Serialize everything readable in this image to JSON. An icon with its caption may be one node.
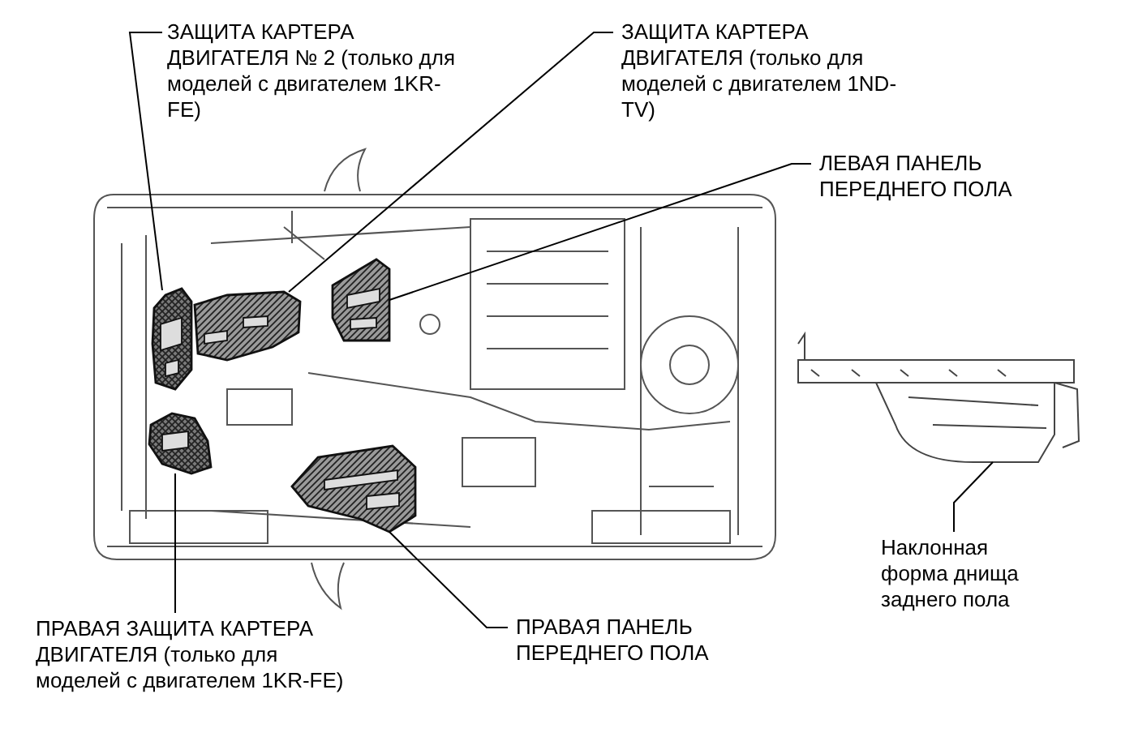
{
  "diagram": {
    "nodes": [
      {
        "text": [
          "ЗАЩИТА КАРТЕРА ДВИГАТЕЛЯ № 2 (только для моделей с двигателем 1KR-FE)"
        ]
      },
      {
        "text": [
          "ЗАЩИТА КАРТЕРА ДВИГАТЕЛЯ (только для моделей с двигателем 1ND-TV)"
        ]
      },
      {
        "text": [
          "ЛЕВАЯ ПАНЕЛЬ ПЕРЕДНЕГО ПОЛА"
        ]
      },
      {
        "text": [
          "ПРАВАЯ ПАНЕЛЬ ПЕРЕДНЕГО ПОЛА"
        ]
      },
      {
        "text": [
          "ПРАВАЯ ЗАЩИТА КАРТЕРА ДВИГАТЕЛЯ (только для моделей с двигателем 1KR-FE)"
        ]
      },
      {
        "text": [
          "Наклонная форма днища заднего пола"
        ]
      },
      {
        "text": [],
        "shape": "picture"
      },
      {
        "text": [],
        "shape": "picture"
      },
      {
        "text": [],
        "shape": "picture"
      },
      {
        "text": [],
        "shape": "picture"
      },
      {
        "text": [],
        "shape": "picture"
      },
      {
        "text": [],
        "shape": "picture"
      }
    ],
    "edges": [
      {
        "from": 0,
        "to": 6,
        "arrow": "none"
      },
      {
        "from": 1,
        "to": 7,
        "arrow": "none"
      },
      {
        "from": 2,
        "to": 8,
        "arrow": "none"
      },
      {
        "from": 3,
        "to": 9,
        "arrow": "none"
      },
      {
        "from": 4,
        "to": 10,
        "arrow": "none"
      },
      {
        "from": 5,
        "to": 11,
        "arrow": "none"
      }
    ]
  }
}
